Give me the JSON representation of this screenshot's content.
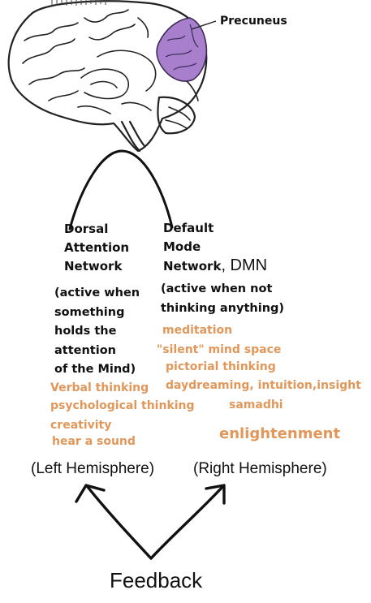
{
  "labels": {
    "precuneus": "Precuneus",
    "dorsal": [
      "Dorsal",
      "Attention",
      "Network"
    ],
    "default": [
      "Default",
      "Mode",
      "Network"
    ],
    "dmn": ", DMN",
    "dan_desc": [
      "(active when",
      "something",
      "holds the",
      "attention",
      "of the Mind)"
    ],
    "dmn_desc": [
      "(active when not",
      "thinking anything)"
    ],
    "left_hemisphere": "(Left Hemisphere)",
    "right_hemisphere": "(Right Hemisphere)",
    "feedback": "Feedback"
  },
  "activities": {
    "right": [
      "meditation",
      "\"silent\" mind space",
      "pictorial thinking",
      "daydreaming, intuition,insight",
      "samadhi",
      "enlightenment"
    ],
    "left": [
      "Verbal thinking",
      "psychological thinking",
      "creativity",
      "hear a sound"
    ]
  },
  "colors": {
    "activity_text": "#e2975a",
    "precuneus_region": "#a77fcc",
    "text": "#111111"
  }
}
